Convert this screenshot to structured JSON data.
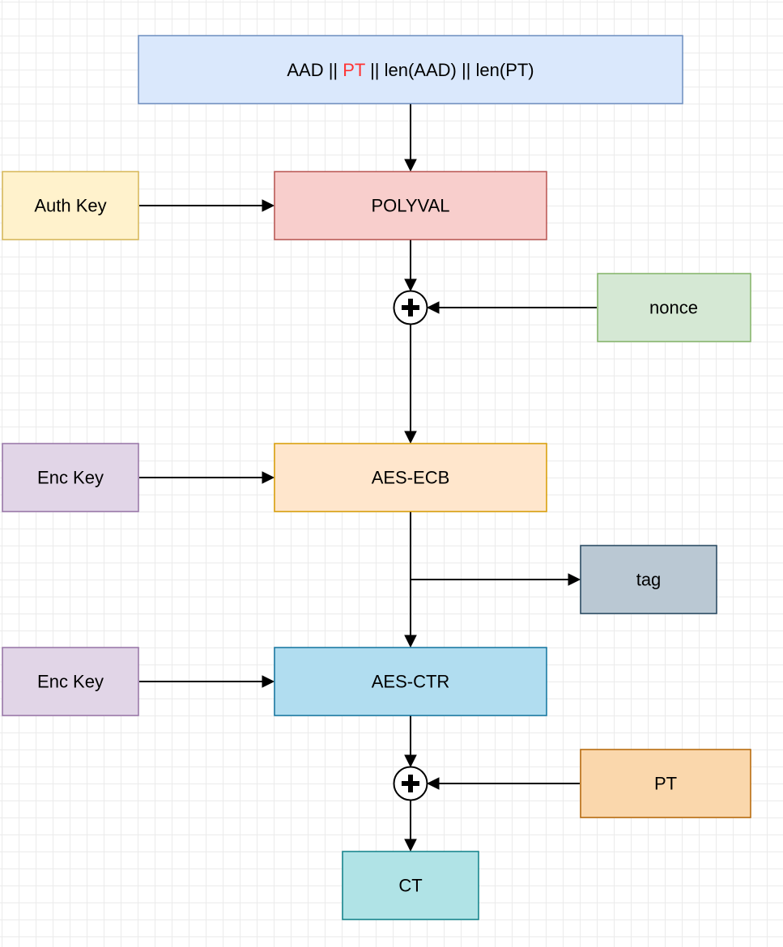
{
  "colors": {
    "input_fill": "#dae8fc",
    "input_stroke": "#6c8ebf",
    "auth_key_fill": "#fff2cc",
    "auth_key_stroke": "#d6b656",
    "polyval_fill": "#f8cecc",
    "polyval_stroke": "#b85450",
    "nonce_fill": "#d5e8d4",
    "nonce_stroke": "#82b366",
    "enc_key_fill": "#e1d5e7",
    "enc_key_stroke": "#9673a6",
    "aes_ecb_fill": "#ffe6cc",
    "aes_ecb_stroke": "#d79b00",
    "tag_fill": "#bac8d3",
    "tag_stroke": "#23445d",
    "aes_ctr_fill": "#b1ddf0",
    "aes_ctr_stroke": "#10739e",
    "pt_fill": "#fad7ac",
    "pt_stroke": "#b46504",
    "ct_fill": "#b0e3e6",
    "ct_stroke": "#0e8088",
    "highlight_text": "#ff3333"
  },
  "input": {
    "part1": "AAD || ",
    "part2": "PT",
    "part3": " || len(AAD) || len(PT)"
  },
  "auth_key": "Auth Key",
  "polyval": "POLYVAL",
  "nonce": "nonce",
  "enc_key_1": "Enc Key",
  "aes_ecb": "AES-ECB",
  "tag": "tag",
  "enc_key_2": "Enc Key",
  "aes_ctr": "AES-CTR",
  "pt": "PT",
  "ct": "CT",
  "xor_symbol": "xor-icon"
}
